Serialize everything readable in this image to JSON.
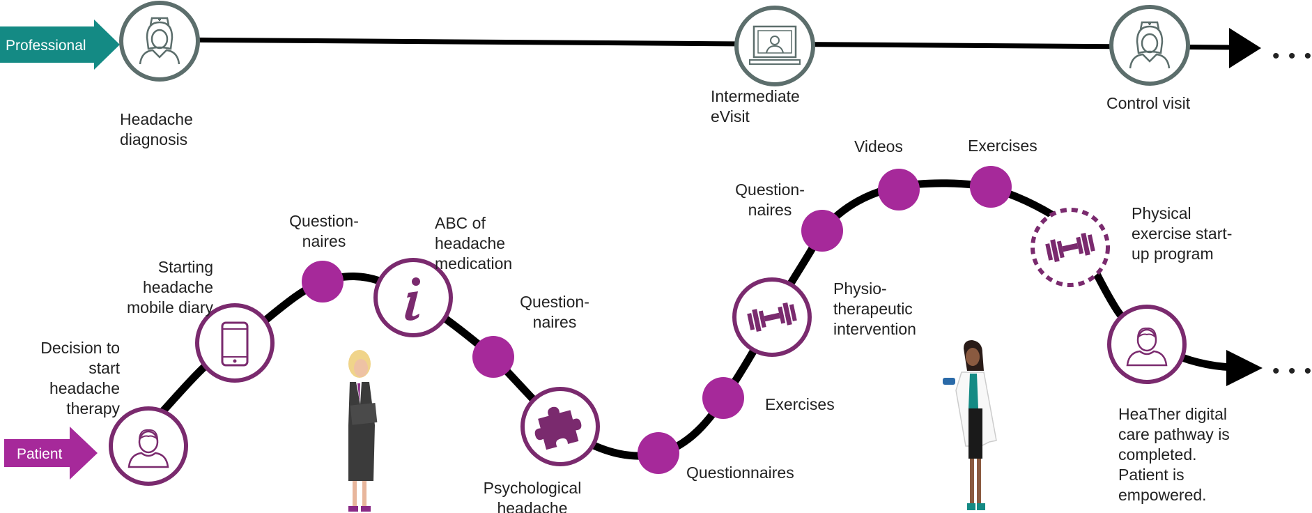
{
  "colors": {
    "professional": "#148a84",
    "patient": "#a6299a",
    "patient_dark": "#7a2a6e",
    "node_ring_professional": "#5c6e6c",
    "line": "#000000"
  },
  "tags": {
    "professional": "Professional",
    "patient": "Patient"
  },
  "professional_track": {
    "nodes": [
      {
        "icon": "nurse-icon",
        "label": "Headache\ndiagnosis"
      },
      {
        "icon": "video-visit-icon",
        "label": "Intermediate\neVisit"
      },
      {
        "icon": "nurse-icon",
        "label": "Control visit"
      }
    ],
    "continuation": "• • •"
  },
  "patient_track": {
    "steps": [
      {
        "icon": "patient-icon",
        "label": "Decision to\nstart\nheadache\ntherapy"
      },
      {
        "icon": "mobile-phone-icon",
        "label": "Starting\nheadache\nmobile diary"
      },
      {
        "icon": null,
        "label": "Question-\nnaires"
      },
      {
        "icon": "info-icon",
        "label": "ABC of\nheadache\nmedication"
      },
      {
        "icon": null,
        "label": "Question-\nnaires"
      },
      {
        "icon": "puzzle-icon",
        "label": "Psychological\nheadache"
      },
      {
        "icon": null,
        "label": "Questionnaires"
      },
      {
        "icon": null,
        "label": "Exercises"
      },
      {
        "icon": "dumbbell-icon",
        "label": "Physio-\ntherapeutic\nintervention"
      },
      {
        "icon": null,
        "label": "Question-\nnaires"
      },
      {
        "icon": null,
        "label": "Videos"
      },
      {
        "icon": null,
        "label": "Exercises"
      },
      {
        "icon": "dumbbell-icon",
        "label": "Physical\nexercise start-\nup program"
      },
      {
        "icon": "patient-icon",
        "label": "HeaTher digital\ncare pathway is\ncompleted.\nPatient is\nempowered."
      }
    ],
    "continuation": "• • •"
  },
  "illustrations": [
    "businesswoman-figure",
    "doctor-figure"
  ]
}
